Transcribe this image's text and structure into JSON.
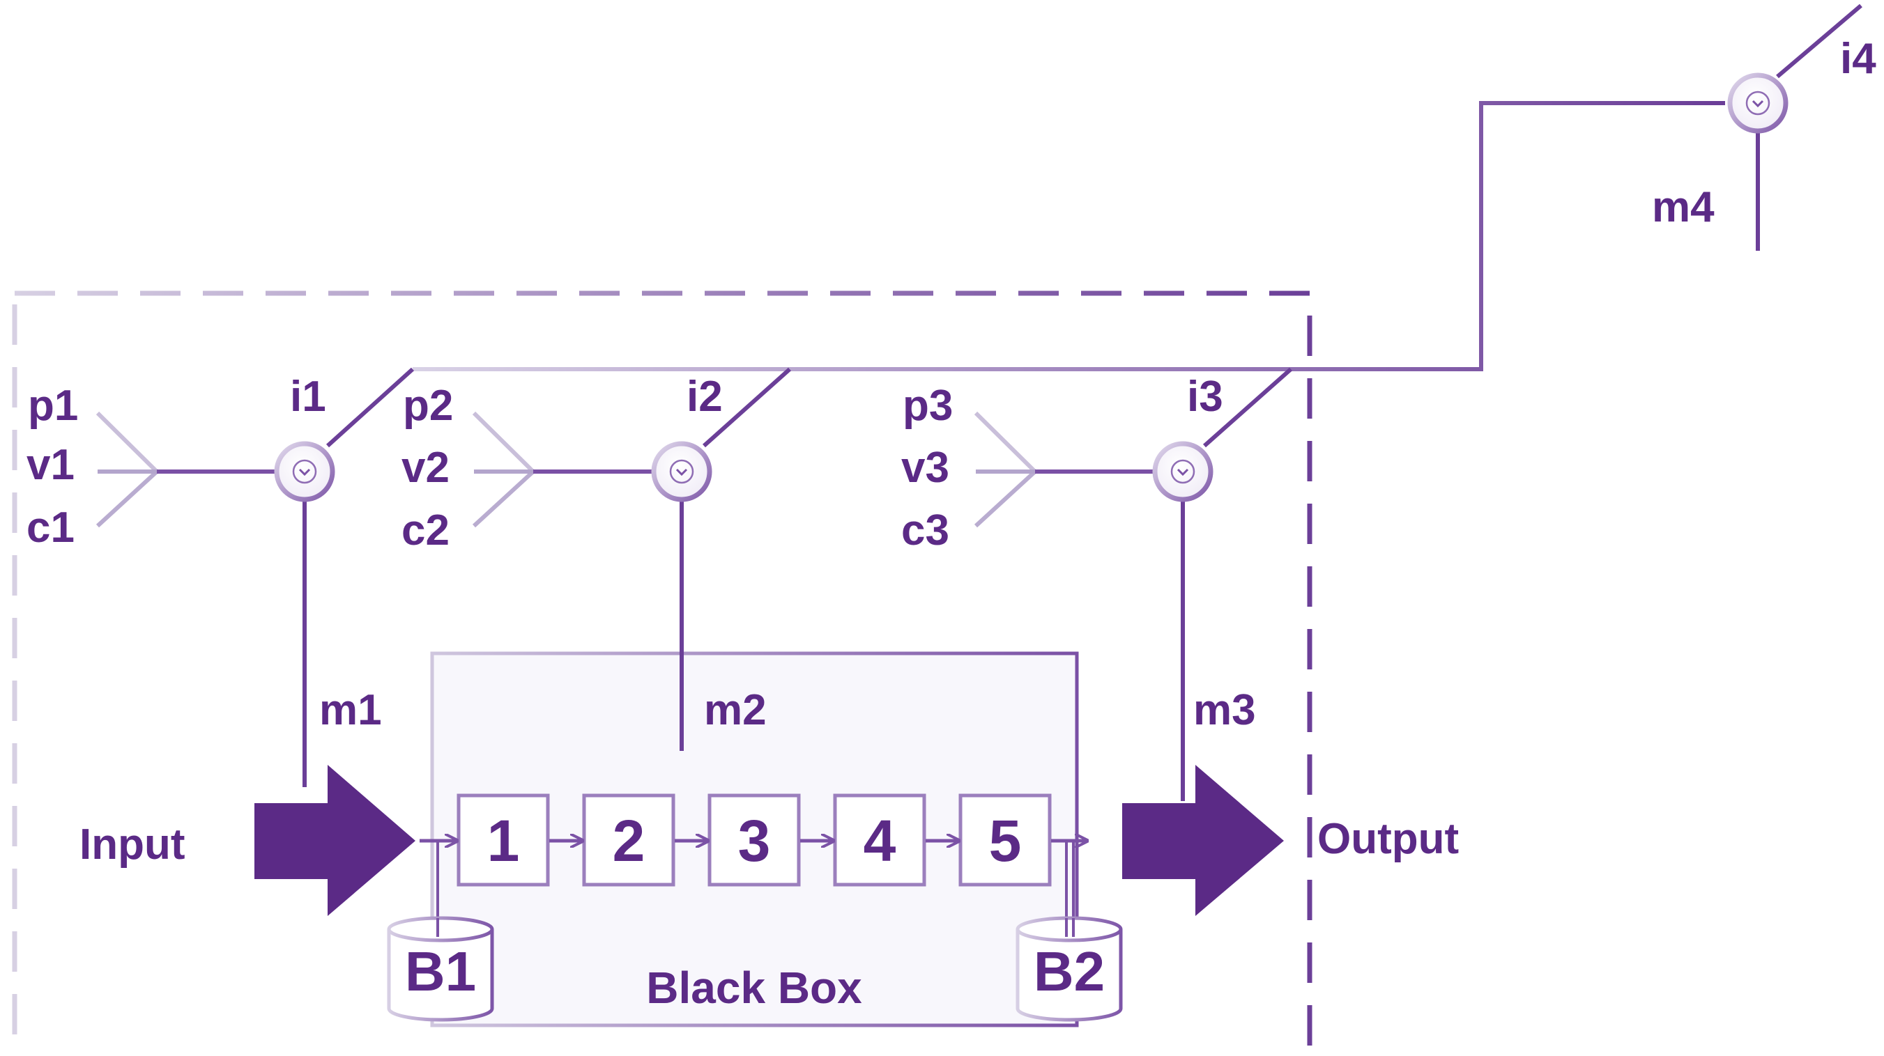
{
  "colors": {
    "primary": "#5b2a86",
    "light": "#cdc4dc",
    "box_fill": "#f7f6fc"
  },
  "labels": {
    "p1": "p1",
    "v1": "v1",
    "c1": "c1",
    "p2": "p2",
    "v2": "v2",
    "c2": "c2",
    "p3": "p3",
    "v3": "v3",
    "c3": "c3",
    "i1": "i1",
    "i2": "i2",
    "i3": "i3",
    "i4": "i4",
    "m1": "m1",
    "m2": "m2",
    "m3": "m3",
    "m4": "m4",
    "input": "Input",
    "output": "Output",
    "black_box": "Black Box",
    "b1": "B1",
    "b2": "B2"
  },
  "steps": [
    "1",
    "2",
    "3",
    "4",
    "5"
  ]
}
